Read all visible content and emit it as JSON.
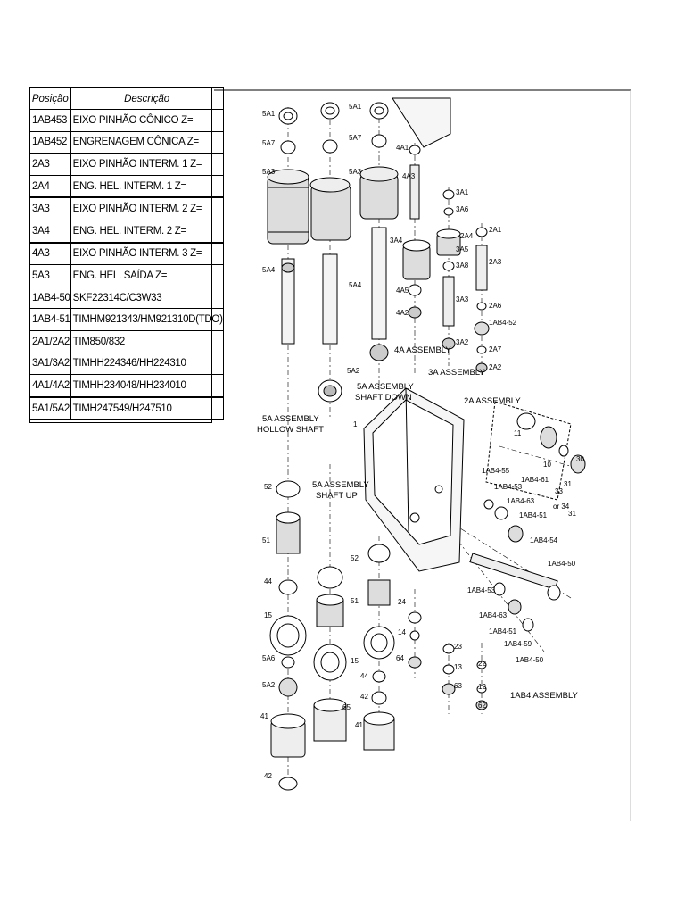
{
  "table": {
    "headers": {
      "position": "Posição",
      "description": "Descrição"
    },
    "rows": [
      {
        "pos": "1AB453",
        "desc": "EIXO PINHÃO CÔNICO Z="
      },
      {
        "pos": "1AB452",
        "desc": "ENGRENAGEM CÔNICA Z="
      },
      {
        "pos": "2A3",
        "desc": "EIXO PINHÃO INTERM. 1 Z="
      },
      {
        "pos": "2A4",
        "desc": "ENG. HEL. INTERM. 1 Z="
      },
      {
        "pos": "3A3",
        "desc": "EIXO PINHÃO INTERM. 2 Z="
      },
      {
        "pos": "3A4",
        "desc": "ENG. HEL. INTERM. 2 Z="
      },
      {
        "pos": "4A3",
        "desc": "EIXO PINHÃO INTERM. 3 Z="
      },
      {
        "pos": "5A3",
        "desc": "ENG. HEL. SAÍDA Z="
      },
      {
        "pos": "1AB4-50",
        "desc": "SKF22314C/C3W33"
      },
      {
        "pos": "1AB4-51",
        "desc": "TIMHM921343/HM921310D(TDO)"
      },
      {
        "pos": "2A1/2A2",
        "desc": "TIM850/832"
      },
      {
        "pos": "3A1/3A2",
        "desc": "TIMHH224346/HH224310"
      },
      {
        "pos": "4A1/4A2",
        "desc": "TIMHH234048/HH234010"
      },
      {
        "pos": "5A1/5A2",
        "desc": "TIMH247549/H247510"
      }
    ]
  },
  "diagram": {
    "assembly_labels": {
      "a5_hollow_1": "5A ASSEMBLY",
      "a5_hollow_2": "HOLLOW SHAFT",
      "a5_down_1": "5A ASSEMBLY",
      "a5_down_2": "SHAFT DOWN",
      "a5_up_1": "5A ASSEMBLY",
      "a5_up_2": "SHAFT UP",
      "a4": "4A ASSEMBLY",
      "a3": "3A ASSEMBLY",
      "a2": "2A ASSEMBLY",
      "ab4": "1AB4 ASSEMBLY"
    },
    "part_labels": {
      "p5a1a": "5A1",
      "p5a1b": "5A1",
      "p5a7a": "5A7",
      "p5a7b": "5A7",
      "p5a3a": "5A3",
      "p5a3b": "5A3",
      "p5a4a": "5A4",
      "p5a4b": "5A4",
      "p5a2": "5A2",
      "p4a1": "4A1",
      "p4a3": "4A3",
      "p3a4": "3A4",
      "p4a5": "4A5",
      "p4a2": "4A2",
      "p3a1": "3A1",
      "p3a6": "3A6",
      "p2a4": "2A4",
      "p3a3": "3A3",
      "p3a8": "3A8",
      "p3a5": "3A5",
      "p3a2": "3A2",
      "p2a1": "2A1",
      "p2a3": "2A3",
      "p2a6": "2A6",
      "pab452": "1AB4-52",
      "p2a7": "2A7",
      "p2a2": "2A2",
      "p1": "1",
      "p11": "11",
      "pab61": "1AB4-61",
      "p10": "10",
      "p33": "33",
      "p30": "30",
      "p31": "31",
      "p3334": "or 34",
      "p31b": "31",
      "pab55": "1AB4-55",
      "pab53": "1AB4-53",
      "pab63": "1AB4-63",
      "pab51": "1AB4-51",
      "pab54": "1AB4-54",
      "pab50": "1AB4-50",
      "pab53b": "1AB4-53",
      "pab63b": "1AB4-63",
      "pab51b": "1AB4-51",
      "pab59": "1AB4-59",
      "pab50b": "1AB4-50",
      "q52": "52",
      "q51": "51",
      "q44": "44",
      "q15": "15",
      "q5a6": "5A6",
      "q5a2": "5A2",
      "q41": "41",
      "q42": "42",
      "r52": "52",
      "r51": "51",
      "r15": "15",
      "r44": "44",
      "r42": "42",
      "r41": "41",
      "r65": "65",
      "s24": "24",
      "s14": "14",
      "s64": "64",
      "s23": "23",
      "s13": "13",
      "s63": "63",
      "s22": "22",
      "s12": "12",
      "s62": "62"
    }
  }
}
